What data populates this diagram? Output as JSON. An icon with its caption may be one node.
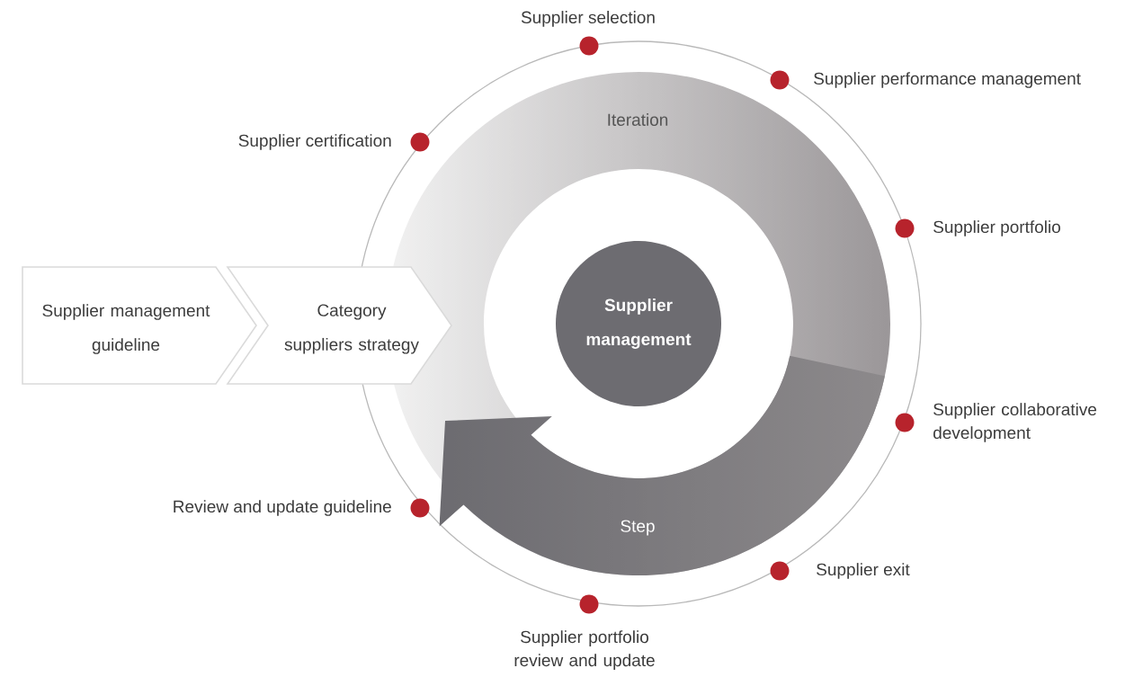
{
  "diagram": {
    "nodes": [
      {
        "text": [
          "Supplier management guideline"
        ]
      },
      {
        "text": [
          "Category suppliers strategy"
        ]
      },
      {
        "text": [
          "Supplier management"
        ]
      },
      {
        "text": [],
        "shape": "circle",
        "beside": [
          "Supplier selection"
        ]
      },
      {
        "text": [],
        "shape": "circle",
        "beside": [
          "Supplier performance management"
        ]
      },
      {
        "text": [],
        "shape": "circle",
        "beside": [
          "Supplier certification"
        ]
      },
      {
        "text": [],
        "shape": "circle",
        "beside": [
          "Supplier portfolio"
        ]
      },
      {
        "text": [],
        "shape": "circle",
        "beside": [
          "Supplier collaborative development"
        ]
      },
      {
        "text": [],
        "shape": "circle",
        "beside": [
          "Review and update guideline"
        ]
      },
      {
        "text": [],
        "shape": "circle",
        "beside": [
          "Supplier exit"
        ]
      },
      {
        "text": [],
        "shape": "circle",
        "beside": [
          "Supplier portfolio review and update"
        ]
      }
    ],
    "labels": [
      "Iteration",
      "Step"
    ]
  }
}
